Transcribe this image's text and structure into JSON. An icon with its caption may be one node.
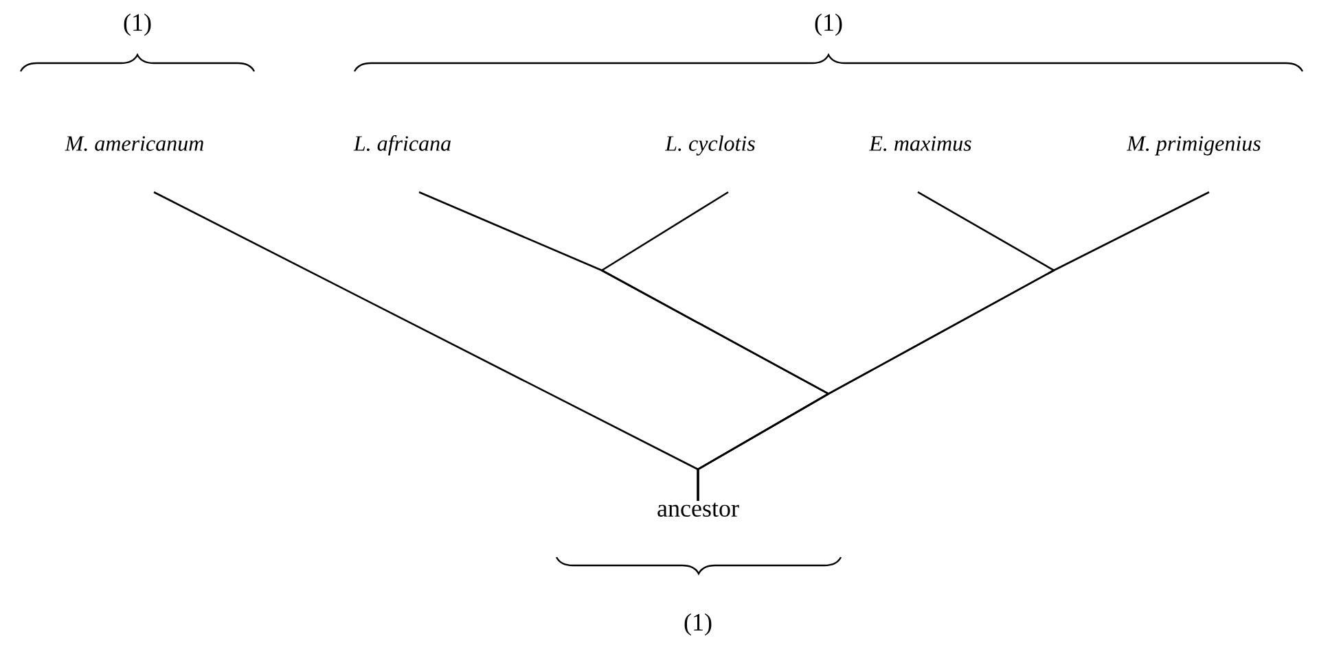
{
  "diagram": {
    "nodes": [
      {
        "text": [
          "M. americanum"
        ]
      },
      {
        "text": [
          "L. africana"
        ]
      },
      {
        "text": [
          "L. cyclotis"
        ]
      },
      {
        "text": [
          "E. maximus"
        ]
      },
      {
        "text": [
          "M. primigenius"
        ]
      },
      {
        "text": [
          "ancestor"
        ]
      }
    ],
    "edges": [
      {
        "from": 5,
        "to": 0,
        "arrow": "none"
      },
      {
        "from": 5,
        "to": 1,
        "arrow": "none"
      },
      {
        "from": 5,
        "to": 2,
        "arrow": "none"
      },
      {
        "from": 5,
        "to": 3,
        "arrow": "none"
      },
      {
        "from": 5,
        "to": 4,
        "arrow": "none"
      }
    ],
    "labels": [
      "(1)",
      "(1)",
      "(1)"
    ]
  }
}
